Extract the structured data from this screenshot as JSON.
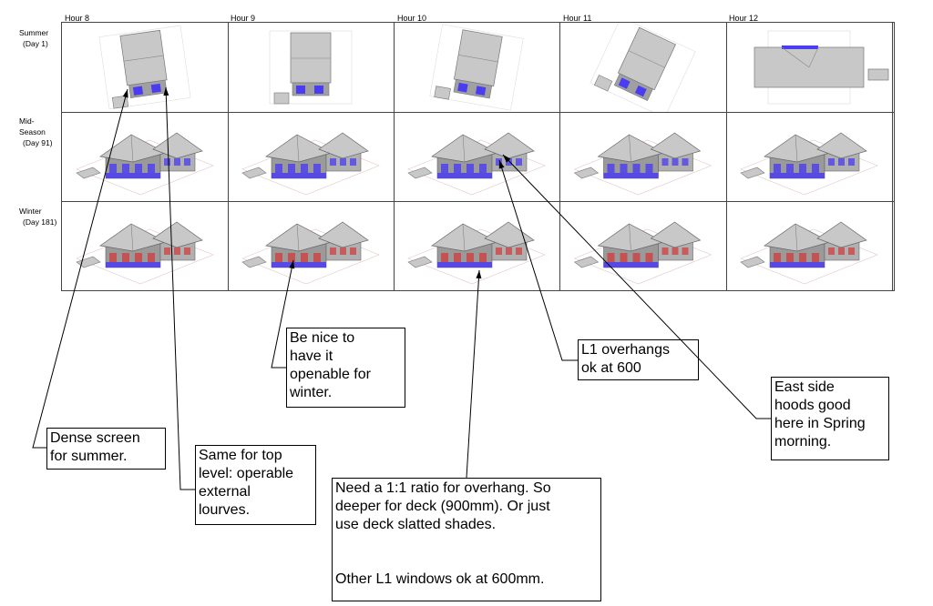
{
  "hours": [
    "Hour 8",
    "Hour 9",
    "Hour 10",
    "Hour 11",
    "Hour 12"
  ],
  "seasons": [
    {
      "name": "Summer",
      "day": "(Day 1)"
    },
    {
      "name": "Mid-\nSeason",
      "day": "(Day 91)"
    },
    {
      "name": "Winter",
      "day": "(Day 181)"
    }
  ],
  "notes": {
    "dense_screen": "Dense screen\nfor summer.",
    "top_level": "Same for top\nlevel: operable\nexternal\nlourves.",
    "be_nice": "Be nice to\nhave it\nopenable for\nwinter.",
    "overhang_ratio": "Need a 1:1 ratio for overhang. So\ndeeper for deck (900mm). Or just\nuse deck slatted shades.\n\n\nOther L1 windows ok at 600mm.",
    "l1_overhangs": "L1 overhangs\nok at 600",
    "east_side": "East side\nhoods good\nhere in Spring\nmorning."
  },
  "colors": {
    "roof": "#c8c8c8",
    "shade_blue": "#4a3cf0",
    "window_red": "#d04040",
    "grid_line": "#444444"
  }
}
